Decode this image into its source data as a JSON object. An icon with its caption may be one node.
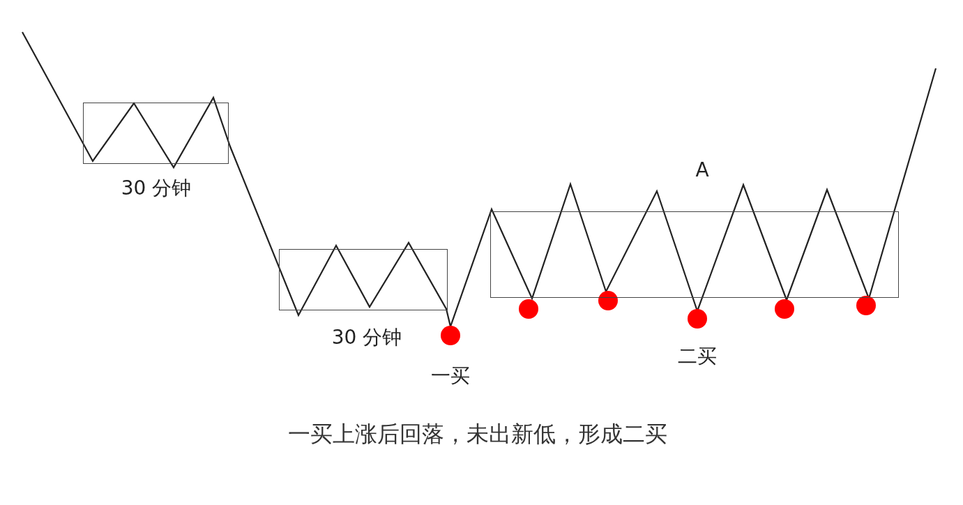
{
  "diagram": {
    "caption": "一买上涨后回落，未出新低，形成二买",
    "nodes": [
      {
        "text": [
          "30 分钟"
        ]
      },
      {
        "text": [
          "30 分钟"
        ]
      },
      {
        "text": [
          "A"
        ]
      },
      {
        "text": [],
        "shape": "circle",
        "beside": [
          "一买"
        ]
      },
      {
        "text": [],
        "shape": "circle"
      },
      {
        "text": [],
        "shape": "circle"
      },
      {
        "text": [],
        "shape": "circle",
        "beside": [
          "二买"
        ]
      },
      {
        "text": [],
        "shape": "circle"
      },
      {
        "text": [],
        "shape": "circle"
      }
    ],
    "edges": []
  }
}
